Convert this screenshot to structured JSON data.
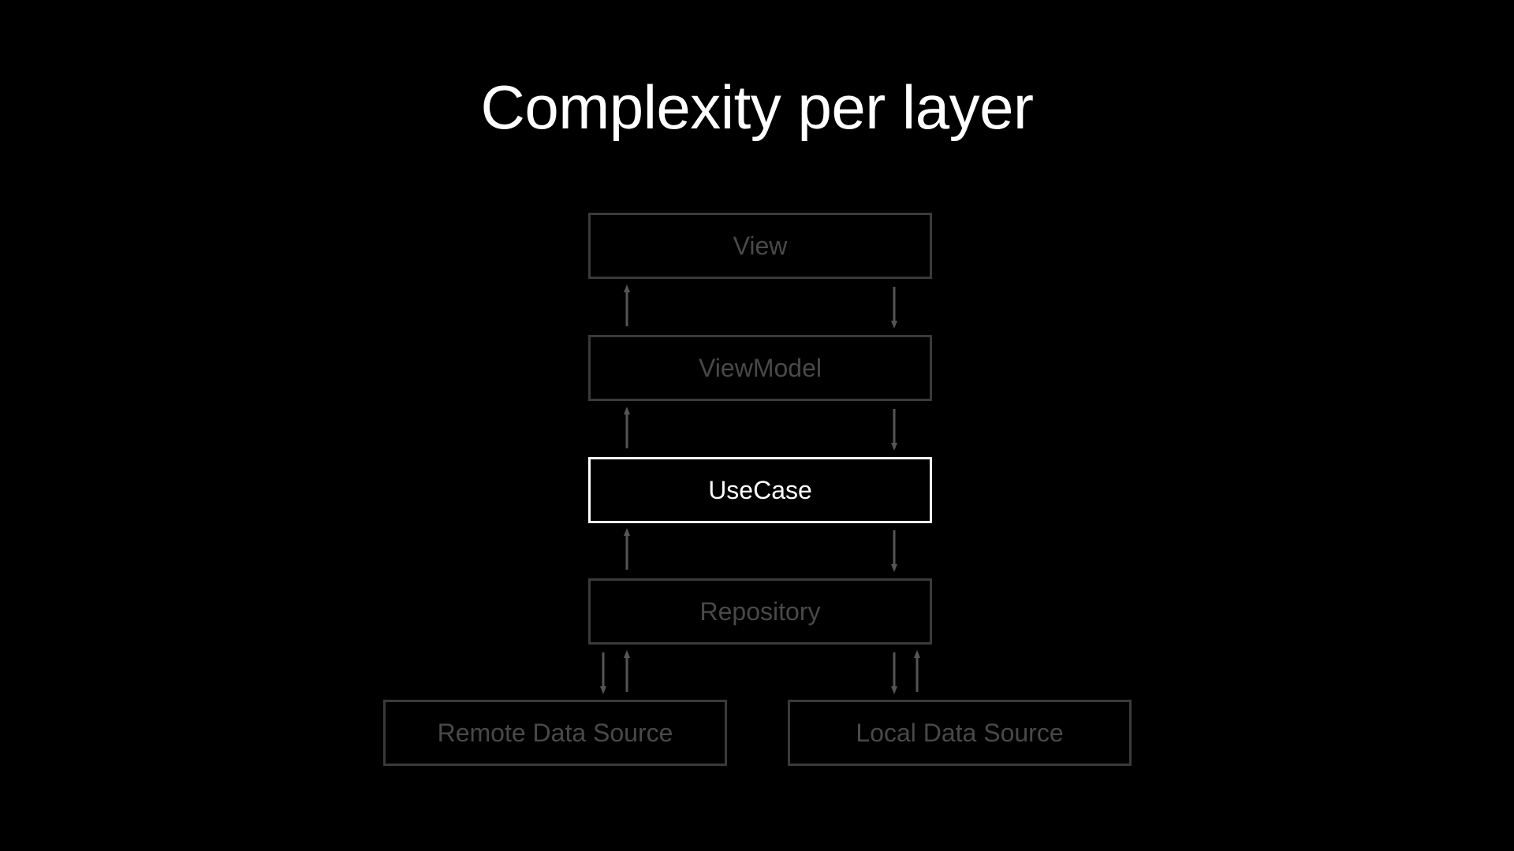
{
  "slide": {
    "title": "Complexity per layer"
  },
  "layers": {
    "view": "View",
    "viewmodel": "ViewModel",
    "usecase": "UseCase",
    "repository": "Repository",
    "remote": "Remote Data Source",
    "local": "Local Data Source"
  },
  "highlighted_layer": "UseCase",
  "colors": {
    "background": "#000000",
    "highlight": "#ffffff",
    "dimmed_border": "#3a3a3a",
    "dimmed_text": "#494949",
    "arrow": "#555555"
  }
}
